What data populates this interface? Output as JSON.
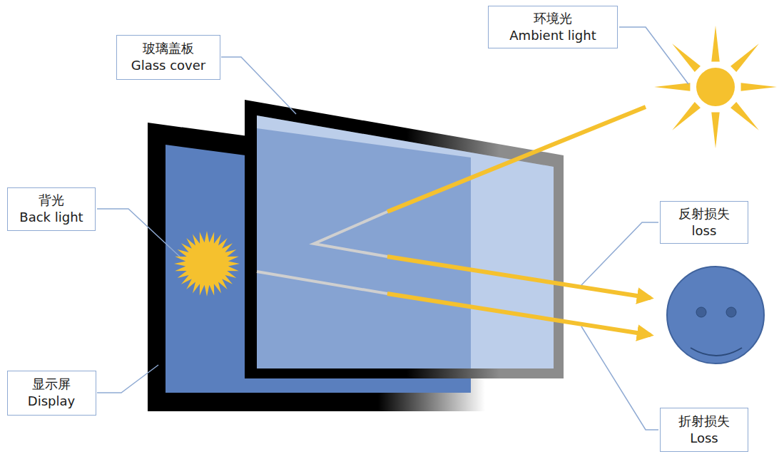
{
  "diagram": {
    "nodes": [
      {
        "text": [
          "环境光",
          "Ambient light"
        ]
      },
      {
        "text": [
          "玻璃盖板",
          "Glass cover"
        ]
      },
      {
        "text": [
          "背光",
          "Back light"
        ]
      },
      {
        "text": [
          "反射损失",
          "loss"
        ]
      },
      {
        "text": [
          "显示屏",
          "Display"
        ]
      },
      {
        "text": [
          "折射损失",
          "Loss"
        ]
      }
    ]
  }
}
